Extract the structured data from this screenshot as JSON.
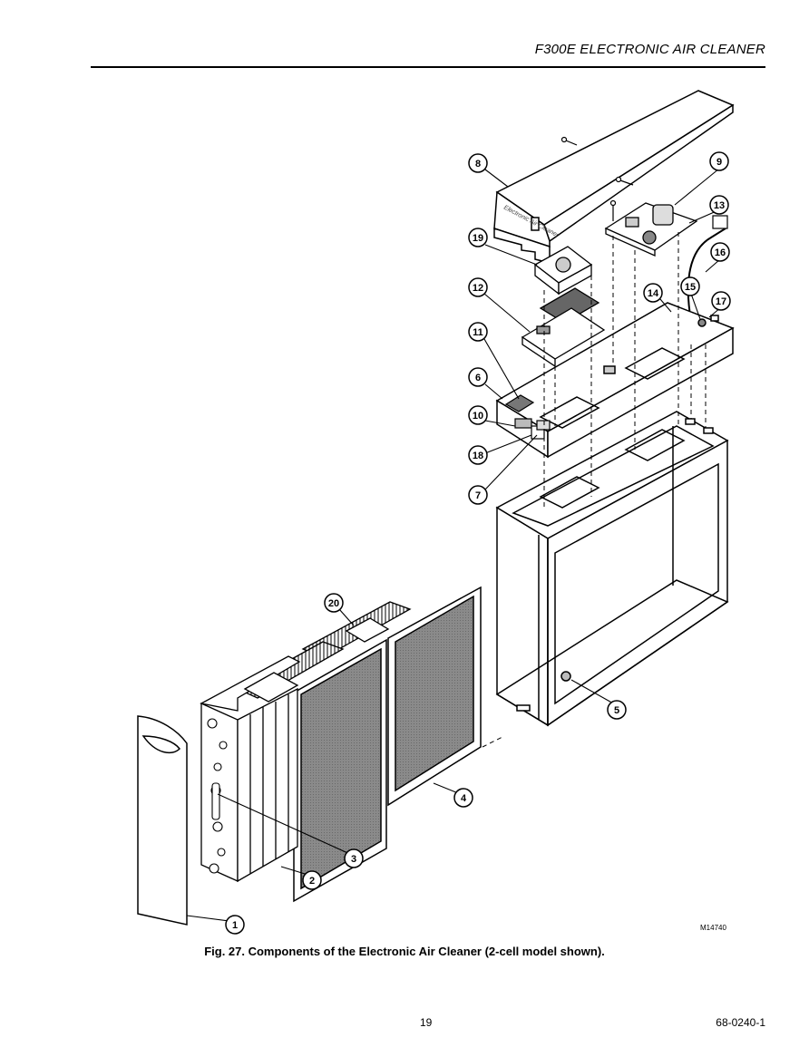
{
  "header": {
    "title": "F300E ELECTRONIC AIR CLEANER"
  },
  "figure": {
    "id": "M14740",
    "caption": "Fig. 27. Components of the Electronic Air Cleaner (2-cell model shown).",
    "panel_text": "Electronic Air Cleaner",
    "callouts": [
      "1",
      "2",
      "3",
      "4",
      "5",
      "6",
      "7",
      "8",
      "9",
      "10",
      "11",
      "12",
      "13",
      "14",
      "15",
      "16",
      "17",
      "18",
      "19",
      "20"
    ]
  },
  "footer": {
    "page_number": "19",
    "doc_number": "68-0240-1"
  }
}
